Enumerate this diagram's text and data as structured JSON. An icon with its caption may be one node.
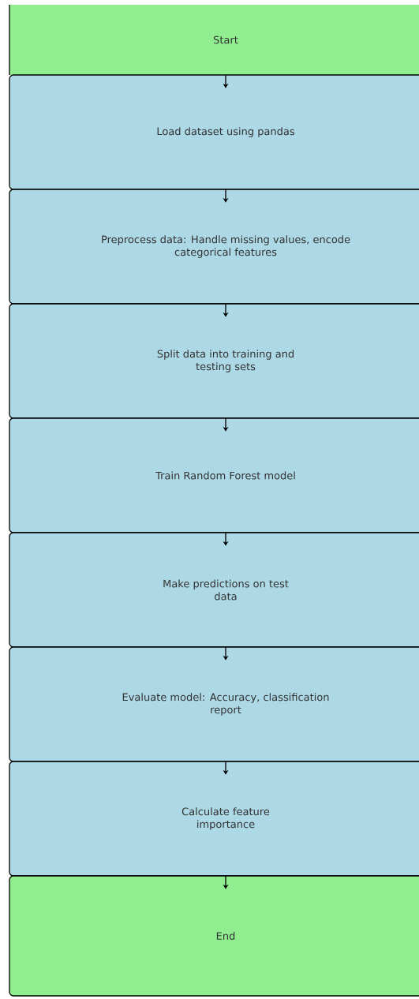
{
  "diagram": {
    "nodes": [
      {
        "text": [
          "Start"
        ]
      },
      {
        "text": [
          "Load dataset using pandas"
        ]
      },
      {
        "text": [
          "Preprocess data: Handle missing values, encode categorical features"
        ]
      },
      {
        "text": [
          "Split data into training and testing sets"
        ]
      },
      {
        "text": [
          "Train Random Forest model"
        ]
      },
      {
        "text": [
          "Make predictions on test data"
        ]
      },
      {
        "text": [
          "Evaluate model: Accuracy, classification report"
        ]
      },
      {
        "text": [
          "Calculate feature importance"
        ]
      },
      {
        "text": [
          "End"
        ]
      }
    ],
    "edges": [
      {
        "from": 0,
        "to": 1,
        "arrow": "to"
      },
      {
        "from": 1,
        "to": 2,
        "arrow": "to"
      },
      {
        "from": 2,
        "to": 3,
        "arrow": "to"
      },
      {
        "from": 3,
        "to": 4,
        "arrow": "to"
      },
      {
        "from": 4,
        "to": 5,
        "arrow": "to"
      },
      {
        "from": 5,
        "to": 6,
        "arrow": "to"
      },
      {
        "from": 6,
        "to": 7,
        "arrow": "to"
      },
      {
        "from": 7,
        "to": 8,
        "arrow": "to"
      }
    ]
  }
}
